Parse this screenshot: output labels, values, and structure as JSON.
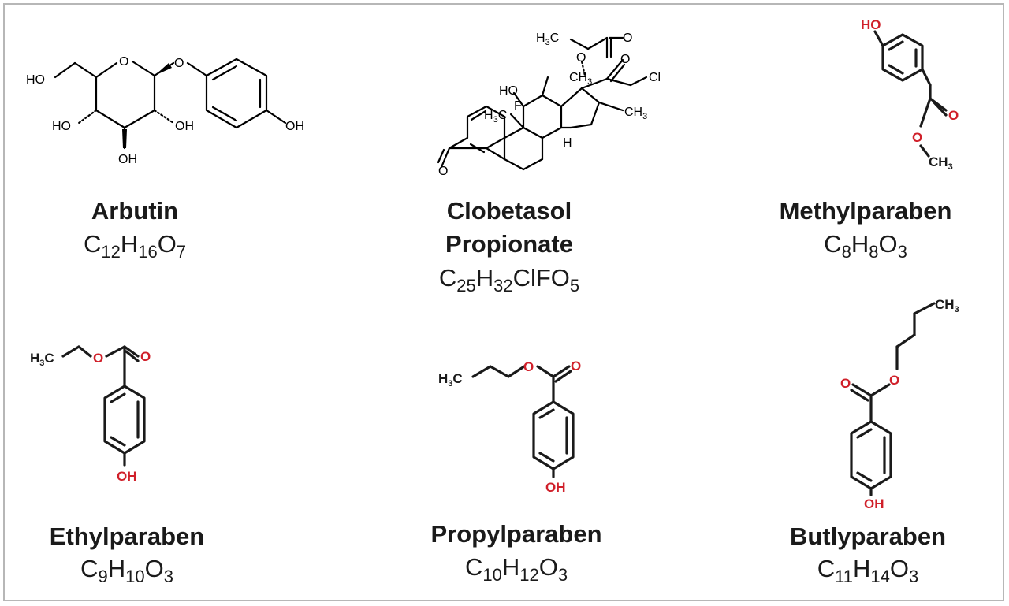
{
  "compounds": [
    {
      "name": "Arbutin",
      "formula": [
        {
          "el": "C",
          "n": "12"
        },
        {
          "el": "H",
          "n": "16"
        },
        {
          "el": "O",
          "n": "7"
        }
      ],
      "labels": {
        "ho_ch2": "HO",
        "ho_left": "HO",
        "ho_right": "OH",
        "ho_bottom": "OH",
        "ring_o": "O",
        "link_o": "O",
        "phenol_oh": "OH"
      }
    },
    {
      "name_line1": "Clobetasol",
      "name_line2": "Propionate",
      "formula": [
        {
          "el": "C",
          "n": "25"
        },
        {
          "el": "H",
          "n": "32"
        },
        {
          "el": "ClFO",
          "n": "5"
        }
      ],
      "labels": {
        "h3c_top": "H",
        "h3c_top_sub": "3",
        "h3c_top_c": "C",
        "o_ester": "O",
        "o_carbonyl": "O",
        "ho": "HO",
        "ch3_17": "CH",
        "ch3_17_sub": "3",
        "o_ketone": "O",
        "cl": "Cl",
        "f": "F",
        "h3c_9": "H",
        "h3c_9_sub": "3",
        "h3c_9_c": "C",
        "ch3_16": "CH",
        "ch3_16_sub": "3",
        "h_14": "H",
        "o_3": "O"
      }
    },
    {
      "name": "Methylparaben",
      "formula": [
        {
          "el": "C",
          "n": "8"
        },
        {
          "el": "H",
          "n": "8"
        },
        {
          "el": "O",
          "n": "3"
        }
      ],
      "labels": {
        "ho": "HO",
        "o_carbonyl": "O",
        "o_ester": "O",
        "ch3": "CH",
        "ch3_sub": "3"
      }
    },
    {
      "name": "Ethylparaben",
      "formula": [
        {
          "el": "C",
          "n": "9"
        },
        {
          "el": "H",
          "n": "10"
        },
        {
          "el": "O",
          "n": "3"
        }
      ],
      "labels": {
        "h3c": "H",
        "h3c_sub": "3",
        "h3c_c": "C",
        "o_ester": "O",
        "o_carbonyl": "O",
        "oh": "OH"
      }
    },
    {
      "name": "Propylparaben",
      "formula": [
        {
          "el": "C",
          "n": "10"
        },
        {
          "el": "H",
          "n": "12"
        },
        {
          "el": "O",
          "n": "3"
        }
      ],
      "labels": {
        "h3c": "H",
        "h3c_sub": "3",
        "h3c_c": "C",
        "o_ester": "O",
        "o_carbonyl": "O",
        "oh": "OH"
      }
    },
    {
      "name": "Butlyparaben",
      "formula": [
        {
          "el": "C",
          "n": "11"
        },
        {
          "el": "H",
          "n": "14"
        },
        {
          "el": "O",
          "n": "3"
        }
      ],
      "labels": {
        "ch3": "CH",
        "ch3_sub": "3",
        "o_ester": "O",
        "o_carbonyl": "O",
        "oh": "OH"
      }
    }
  ],
  "colors": {
    "heteroatom": "#d0202a",
    "bond": "#000000",
    "text": "#1a1a1a",
    "frame": "#b7b7b7"
  }
}
